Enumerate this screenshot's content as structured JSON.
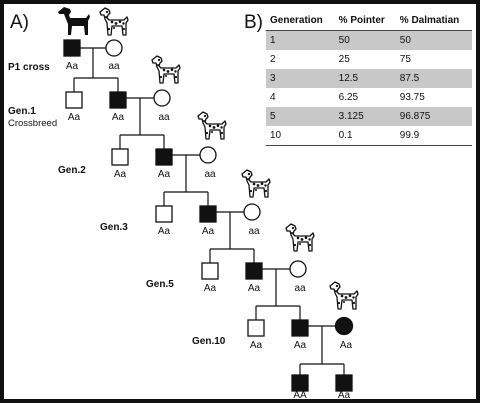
{
  "panel_a": {
    "label": "A)",
    "generations": {
      "p1": "P1 cross",
      "gen1": "Gen.1",
      "gen1_sub": "Crossbreed",
      "gen2": "Gen.2",
      "gen3": "Gen.3",
      "gen5": "Gen.5",
      "gen10": "Gen.10"
    },
    "genotypes": {
      "p1_pointer": "Aa",
      "p1_dalmatian": "aa",
      "g1_offspring_1": "Aa",
      "g1_offspring_2": "Aa",
      "g1_dalmatian": "aa",
      "g2_offspring_1": "Aa",
      "g2_offspring_2": "Aa",
      "g2_dalmatian": "aa",
      "g3_offspring_1": "Aa",
      "g3_offspring_2": "Aa",
      "g3_dalmatian": "aa",
      "g5_offspring_1": "Aa",
      "g5_offspring_2": "Aa",
      "g5_dalmatian": "aa",
      "g10_offspring_1": "Aa",
      "g10_offspring_2": "Aa",
      "g10_female": "Aa",
      "final_1": "AA",
      "final_2": "Aa"
    }
  },
  "panel_b": {
    "label": "B)",
    "headers": [
      "Generation",
      "% Pointer",
      "% Dalmatian"
    ],
    "rows": [
      {
        "generation": "1",
        "pointer": "50",
        "dalmatian": "50"
      },
      {
        "generation": "2",
        "pointer": "25",
        "dalmatian": "75"
      },
      {
        "generation": "3",
        "pointer": "12.5",
        "dalmatian": "87.5"
      },
      {
        "generation": "4",
        "pointer": "6.25",
        "dalmatian": "93.75"
      },
      {
        "generation": "5",
        "pointer": "3.125",
        "dalmatian": "96.875"
      },
      {
        "generation": "10",
        "pointer": "0.1",
        "dalmatian": "99.9"
      }
    ]
  },
  "colors": {
    "affected": "#111111",
    "unaffected": "#ffffff",
    "shade": "#c8c8c8",
    "border": "#111111"
  },
  "icons": [
    "pointer-dog-icon",
    "dalmatian-dog-icon"
  ]
}
